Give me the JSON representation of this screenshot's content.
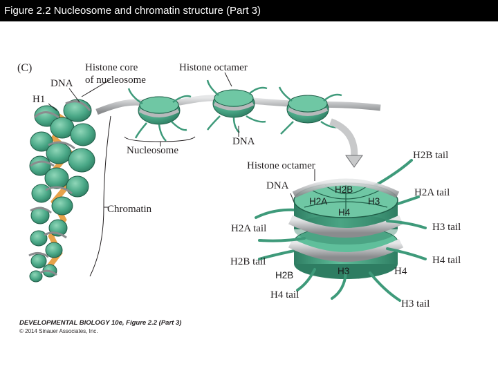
{
  "slide_title": "Figure 2.2 Nucleosome and chromatin structure (Part 3)",
  "panel_label": "(C)",
  "labels": {
    "dna_top": "DNA",
    "h1": "H1",
    "histone_core_line1": "Histone core",
    "histone_core_line2": "of nucleosome",
    "histone_octamer_top": "Histone octamer",
    "nucleosome": "Nucleosome",
    "dna_mid": "DNA",
    "chromatin": "Chromatin",
    "histone_octamer_detail": "Histone octamer",
    "dna_detail": "DNA",
    "h2b_tail_top": "H2B tail",
    "h2a_tail_right": "H2A tail",
    "h3_tail_right": "H3 tail",
    "h4_tail_right": "H4 tail",
    "h3_tail_bottom": "H3 tail",
    "h2a_tail_left": "H2A tail",
    "h2b_tail_left": "H2B tail",
    "h4_tail_bottom": "H4 tail",
    "h4_side": "H4"
  },
  "core_labels": {
    "h2b_top": "H2B",
    "h2a": "H2A",
    "h3_top": "H3",
    "h4_center": "H4",
    "h2b_bottom": "H2B",
    "h3_bottom": "H3"
  },
  "credit": {
    "line1": "DEVELOPMENTAL BIOLOGY 10e, Figure 2.2 (Part 3)",
    "line2": "© 2014 Sinauer Associates, Inc."
  },
  "colors": {
    "histone_green": "#4aa887",
    "histone_dark": "#2e7d62",
    "dna_gray": "#b7b9bb",
    "linker_orange": "#e7a24a",
    "title_bar": "#000000"
  }
}
